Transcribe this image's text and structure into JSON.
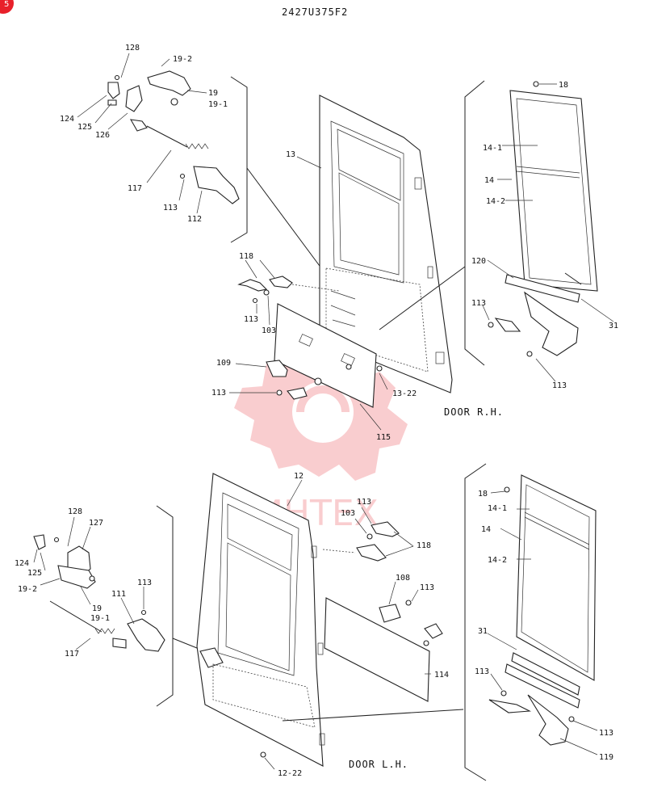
{
  "drawing_number": "2427U375F2",
  "corner_badge": "5",
  "captions": {
    "door_rh": "DOOR R.H.",
    "door_lh": "DOOR L.H."
  },
  "watermark": {
    "text": "ИНТЕХ",
    "color": "#e8202a"
  },
  "labels_rh": [
    "128",
    "19-2",
    "19",
    "19-1",
    "124",
    "125",
    "126",
    "117",
    "113",
    "112",
    "13",
    "118",
    "113",
    "103",
    "109",
    "113",
    "115",
    "13-22",
    "18",
    "14-1",
    "14",
    "14-2",
    "120",
    "113",
    "31",
    "113"
  ],
  "labels_lh": [
    "12",
    "128",
    "127",
    "124",
    "125",
    "19-2",
    "19",
    "19-1",
    "111",
    "113",
    "117",
    "113",
    "103",
    "118",
    "108",
    "113",
    "114",
    "12-22",
    "18",
    "14-1",
    "14",
    "14-2",
    "31",
    "113",
    "113",
    "119"
  ]
}
